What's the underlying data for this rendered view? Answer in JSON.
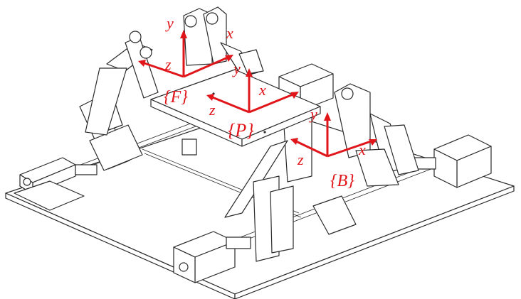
{
  "labels": {
    "frame_F": "{F}",
    "frame_P": "{P}",
    "frame_B": "{B}",
    "F_y": "y⃗",
    "F_x": "x⃗",
    "F_z": "z⃗",
    "P_z": "z⃗",
    "P_x": "x",
    "P_y": "y",
    "B_y": "y",
    "B_x": "x",
    "B_z": "z"
  },
  "colors": {
    "axis": "#e0161b",
    "line": "#2a2a2a"
  }
}
